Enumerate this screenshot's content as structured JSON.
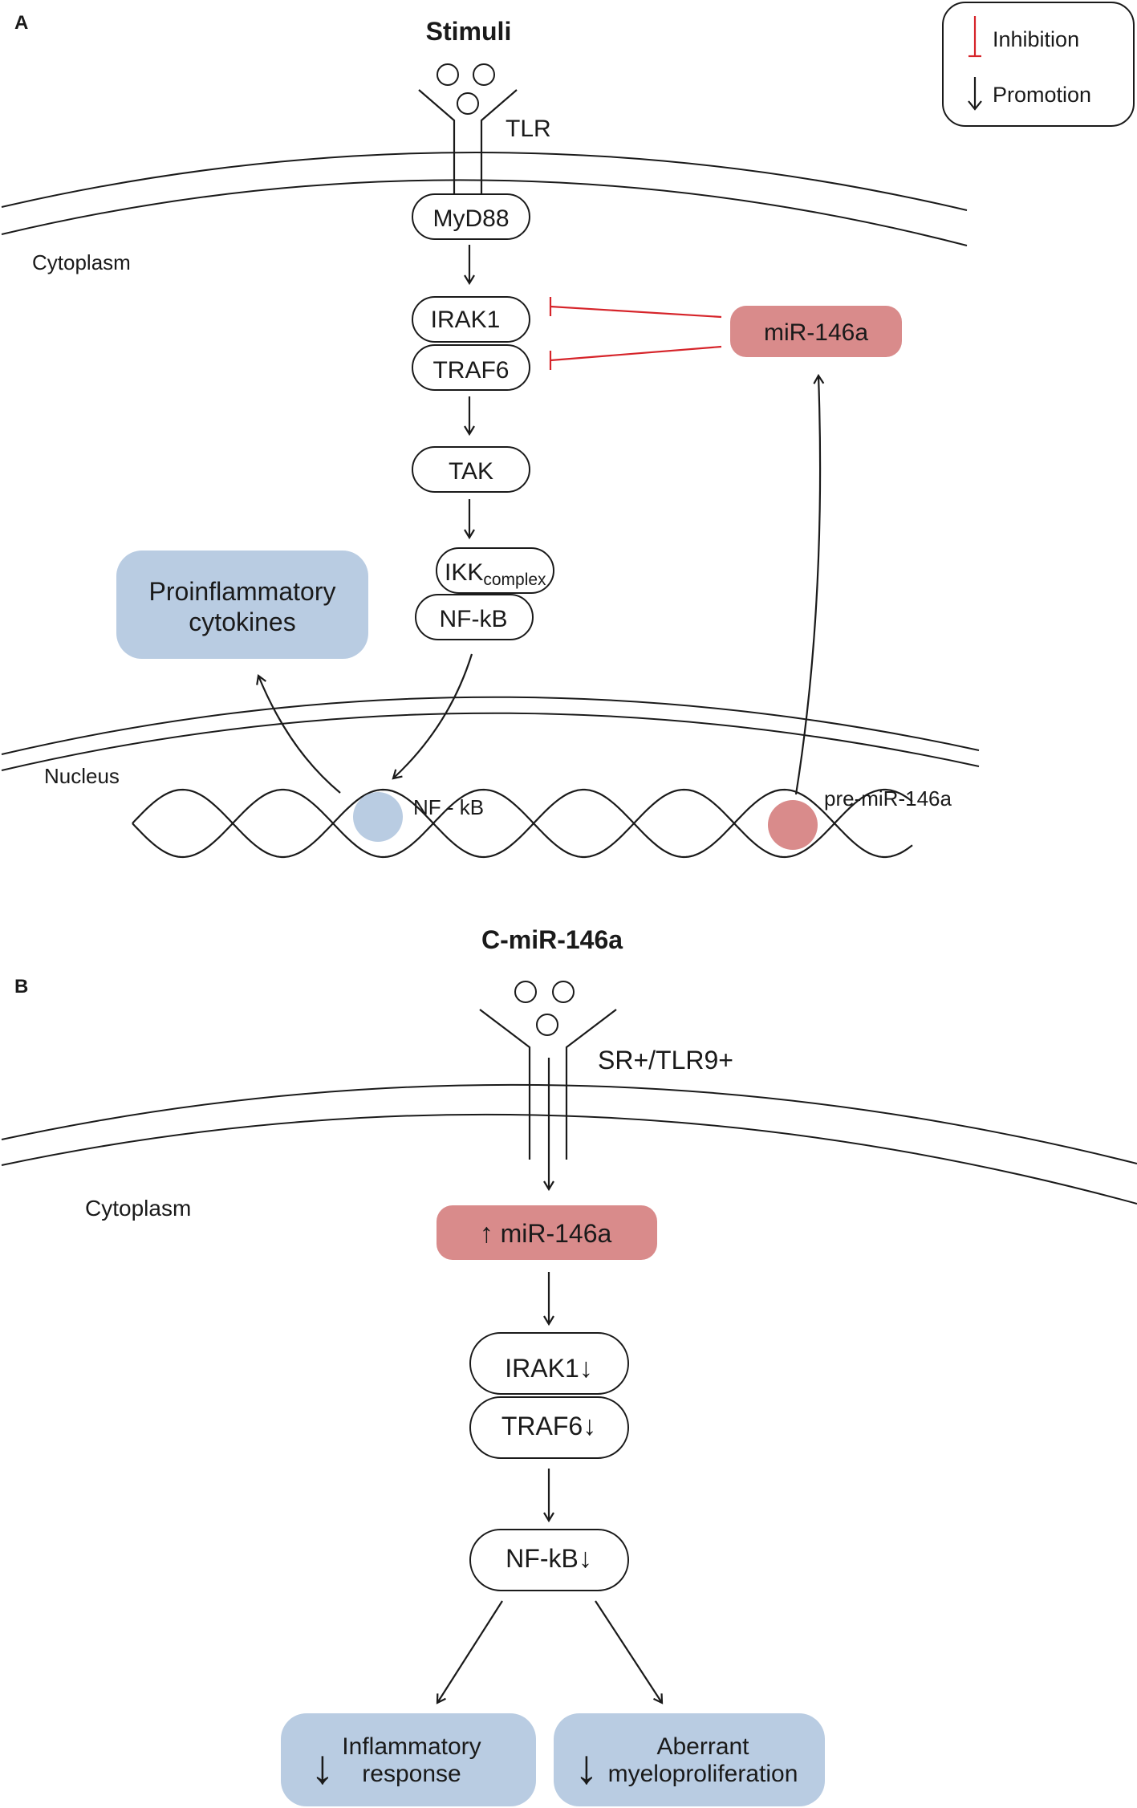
{
  "panel_a": {
    "label": "A",
    "title": "Stimuli",
    "receptor": "TLR",
    "cytoplasm": "Cytoplasm",
    "nucleus": "Nucleus",
    "myd88": "MyD88",
    "irak1": "IRAK1",
    "traf6": "TRAF6",
    "tak": "TAK",
    "ikk": "IKK",
    "ikk_sub": "complex",
    "nfkb": "NF-kB",
    "mir": "miR-146a",
    "cytokines_line1": "Proinflammatory",
    "cytokines_line2": "cytokines",
    "nuc_nfkb": "NF - kB",
    "pre_mir": "pre-miR-146a"
  },
  "legend": {
    "inhibition": "Inhibition",
    "promotion": "Promotion"
  },
  "panel_b": {
    "label": "B",
    "title": "C-miR-146a",
    "receptor": "SR+/TLR9+",
    "cytoplasm": "Cytoplasm",
    "mir_arrow": "↑",
    "mir": "miR-146a",
    "irak1": "IRAK1",
    "traf6": "TRAF6",
    "nfkb": "NF-kB",
    "down_arrow": "↓",
    "out1_line1": "Inflammatory",
    "out1_line2": "response",
    "out2_line1": "Aberrant",
    "out2_line2": "myeloproliferation"
  },
  "colors": {
    "red_box": "#d98b8b",
    "blue_box": "#b9cce2",
    "inhibition": "#d6242a"
  }
}
